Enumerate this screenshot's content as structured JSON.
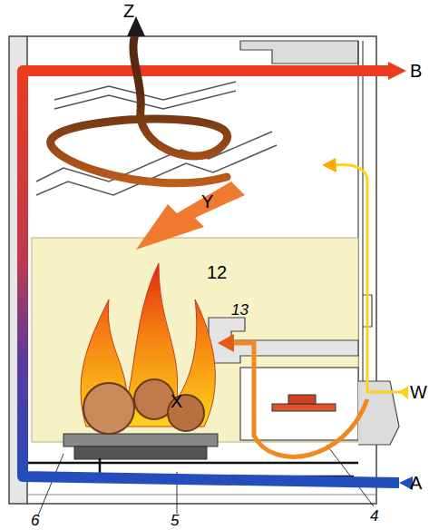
{
  "diagram": {
    "labels": [
      "Z",
      "B",
      "Y",
      "12",
      "13",
      "X",
      "W",
      "A",
      "6",
      "5",
      "4"
    ]
  }
}
